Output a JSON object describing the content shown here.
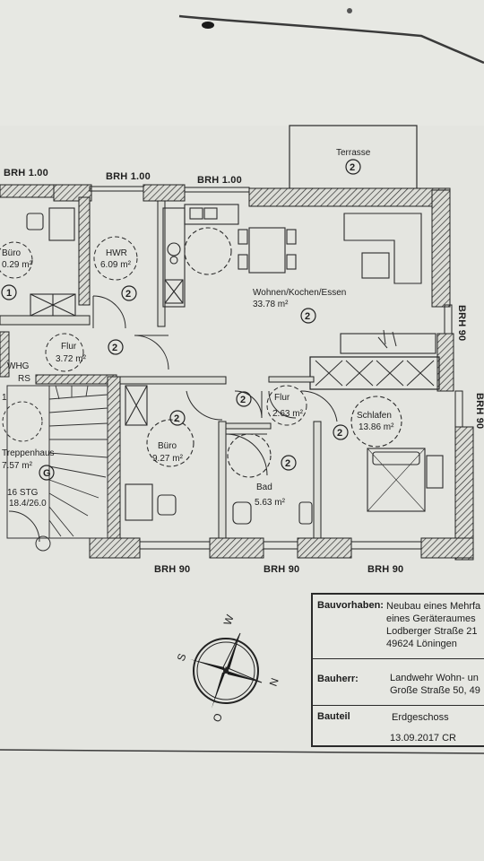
{
  "rooms": {
    "terrasse": {
      "name": "Terrasse",
      "badge": "2"
    },
    "buero_left": {
      "name": "Büro",
      "area": "0.29 m²",
      "badge": "1"
    },
    "hwr": {
      "name": "HWR",
      "area": "6.09 m²",
      "badge": "2"
    },
    "wohnen": {
      "name": "Wohnen/Kochen/Essen",
      "area": "33.78 m²",
      "badge": "2"
    },
    "flur_left": {
      "name": "Flur",
      "area": "3.72 m²",
      "badge": "2"
    },
    "whg": {
      "name": "WHG",
      "sub": "RS",
      "extra": "1"
    },
    "treppenhaus": {
      "name": "Treppenhaus",
      "area": "7.57 m²",
      "badge": "G",
      "stg": "16 STG",
      "stg_dim": "18.4/26.0"
    },
    "buero": {
      "name": "Büro",
      "area": "9.27 m²",
      "badge": "2"
    },
    "flur_mid": {
      "name": "Flur",
      "area": "2.63 m²",
      "badge": "2"
    },
    "bad": {
      "name": "Bad",
      "area": "5.63 m²",
      "badge": "2"
    },
    "schlafen": {
      "name": "Schlafen",
      "area": "13.86 m²",
      "badge": "2"
    }
  },
  "brh": {
    "top_1": "BRH 1.00",
    "top_2": "BRH 1.00",
    "top_3": "BRH 1.00",
    "right_1": "BRH 90",
    "right_2": "BRH 90",
    "bottom_1": "BRH 90",
    "bottom_2": "BRH 90",
    "bottom_3": "BRH 90"
  },
  "compass": {
    "w": "W",
    "s": "S",
    "n": "N",
    "o": "O"
  },
  "title_block": {
    "bauvorhaben_label": "Bauvorhaben:",
    "bauvorhaben_lines": [
      "Neubau eines Mehrfa",
      "eines Geräteraumes",
      "Lodberger Straße 21",
      "49624 Löningen"
    ],
    "bauherr_label": "Bauherr:",
    "bauherr_lines": [
      "Landwehr Wohn- un",
      "Große Straße 50, 49"
    ],
    "bauteil_label": "Bauteil",
    "bauteil_value": "Erdgeschoss",
    "date": "13.09.2017 CR"
  },
  "colors": {
    "paper": "#e4e5e0",
    "ink": "#1e1e1e",
    "hatch": "#3a3a3a"
  }
}
